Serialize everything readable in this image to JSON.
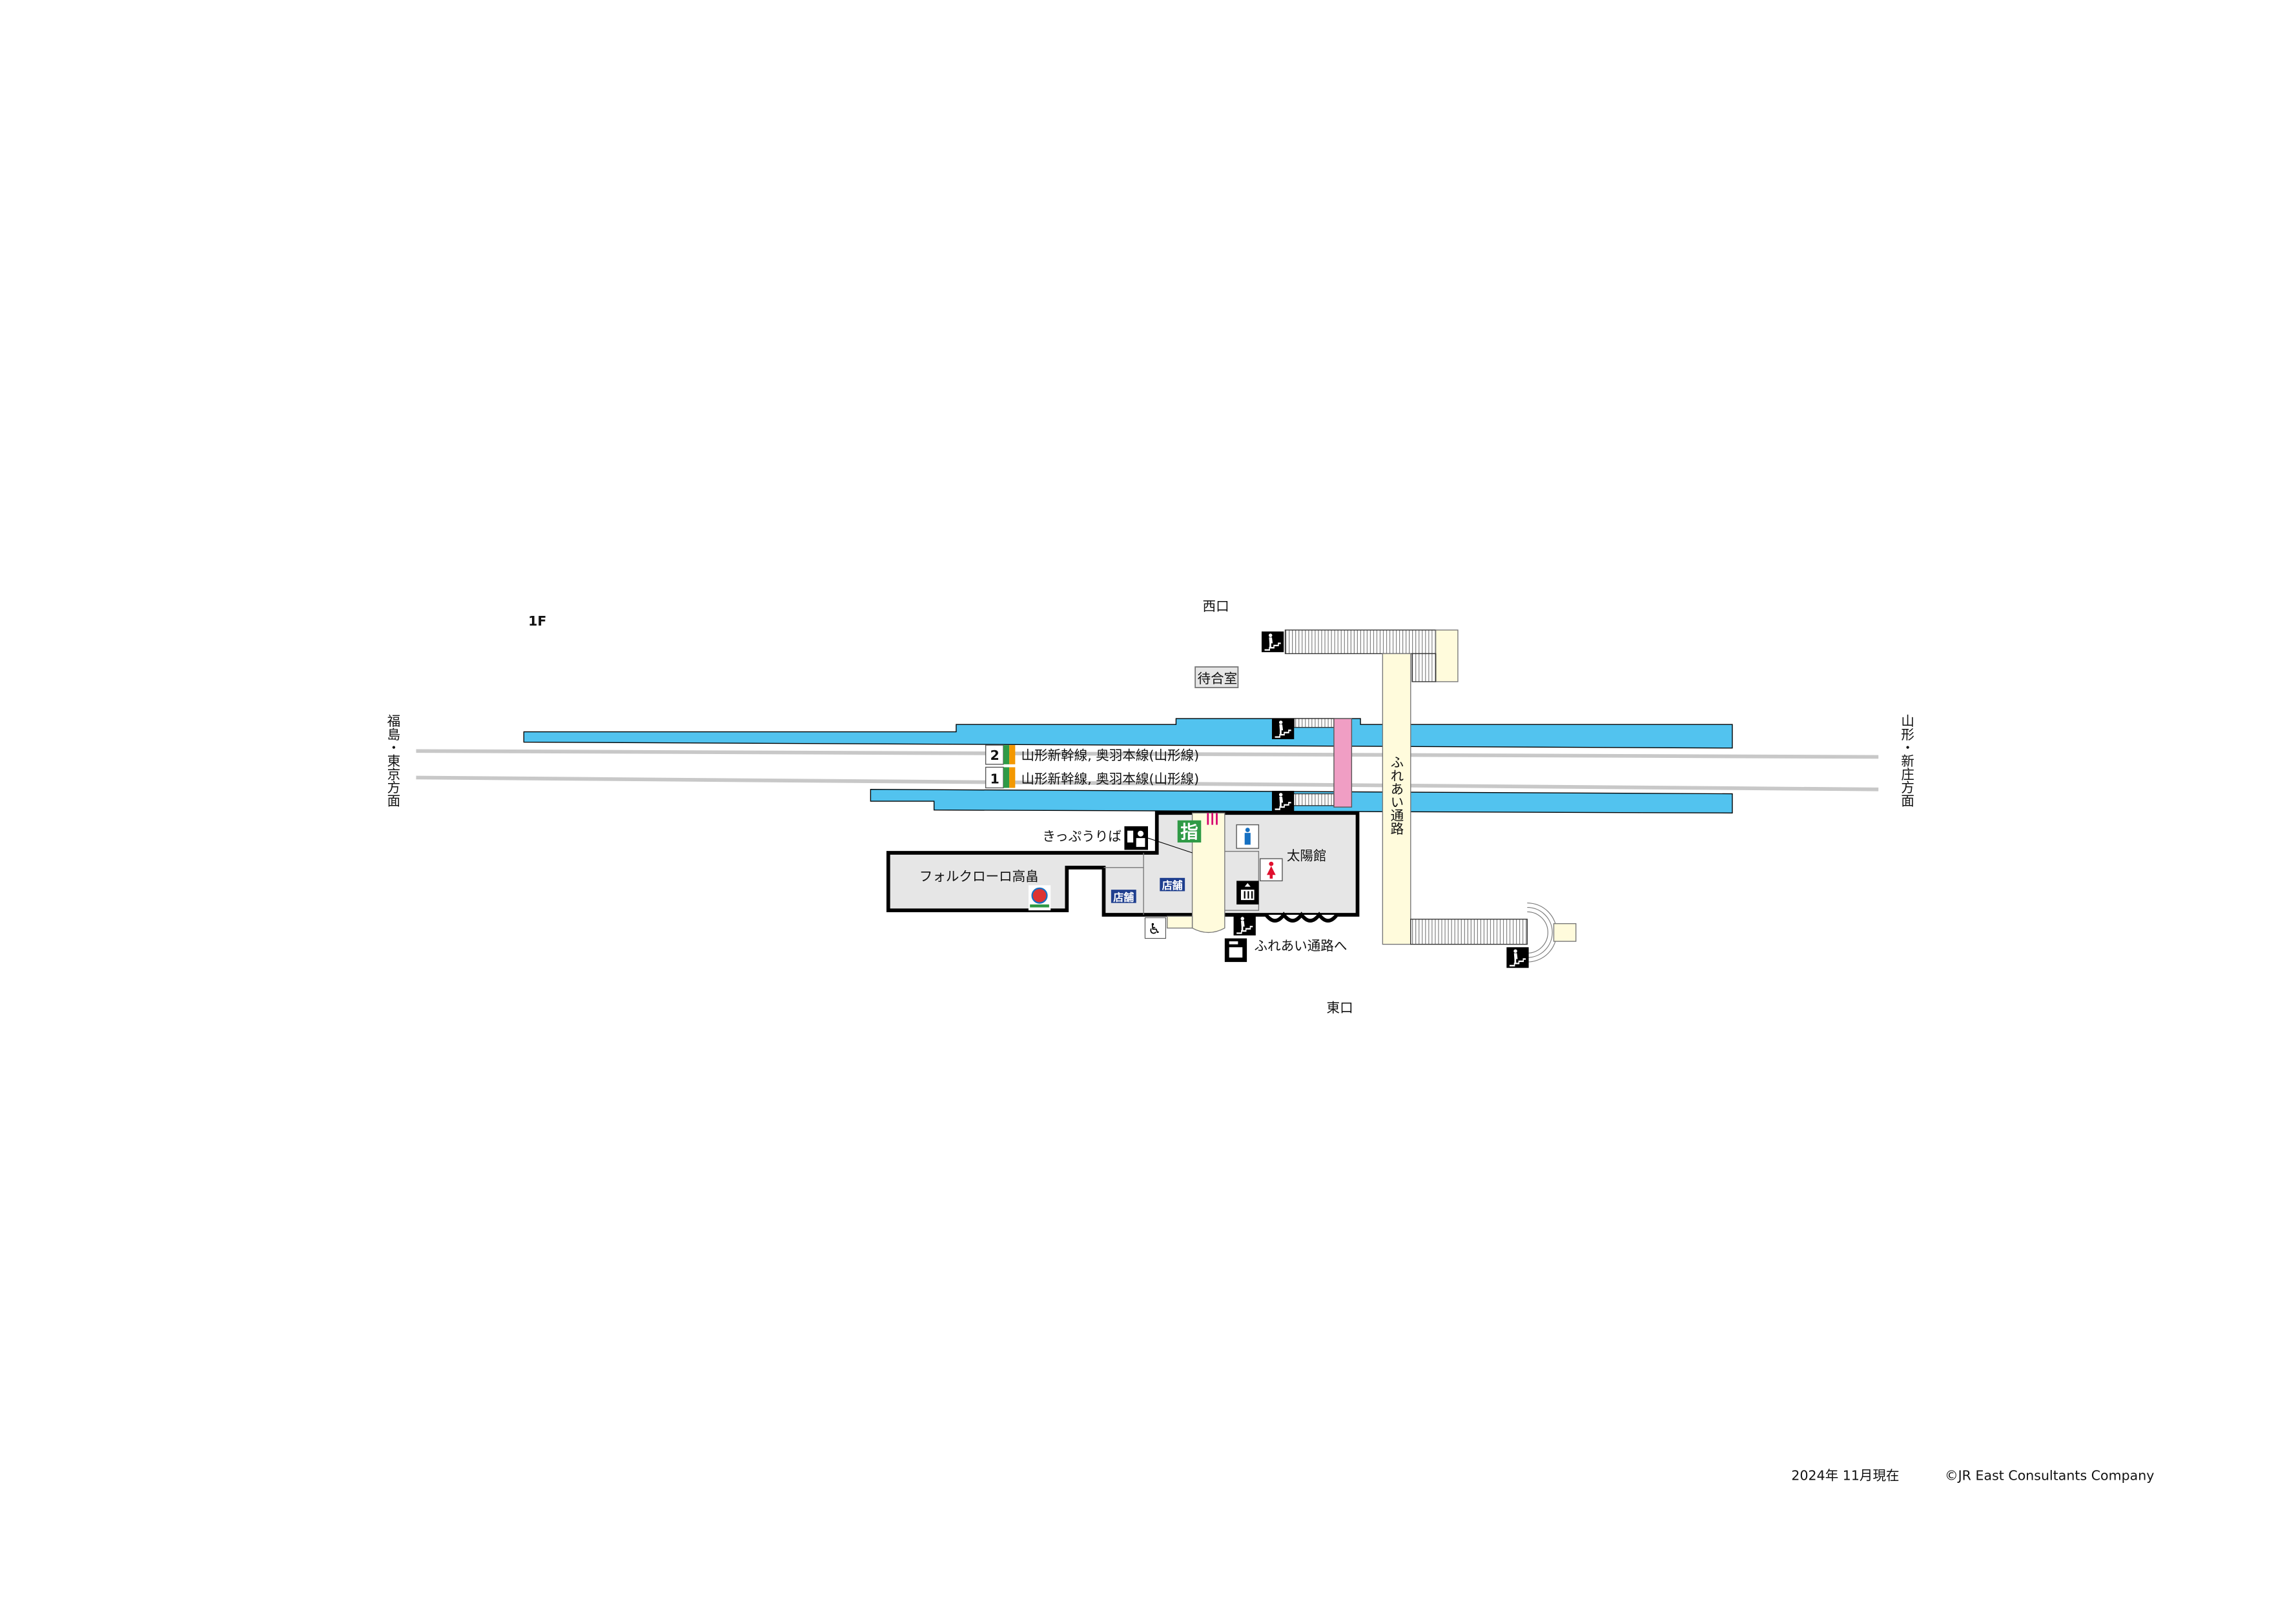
{
  "floor": "1F",
  "exits": {
    "west": "西口",
    "east": "東口"
  },
  "waiting_room": "待合室",
  "directions": {
    "left": "福島・東京方面",
    "right": "山形・新庄方面"
  },
  "tracks": [
    {
      "number": "2",
      "lines": "山形新幹線, 奥羽本線(山形線)"
    },
    {
      "number": "1",
      "lines": "山形新幹線, 奥羽本線(山形線)"
    }
  ],
  "passage": "ふれあい通路",
  "passage_to": "ふれあい通路へ",
  "ticket_office": "きっぷうりば",
  "reserved_seat_sign": "指",
  "building": "太陽館",
  "folklore": "フォルクローロ高畠",
  "shops": [
    "店舗",
    "店舗"
  ],
  "footer": {
    "date": "2024年 11月現在",
    "copyright": "©JR East Consultants Company"
  },
  "colors": {
    "platform": "#52c3ef",
    "corridor": "#fffbdc",
    "building": "#e6e6e6",
    "bridge": "#f09ec4",
    "shop": "#1f3f8f",
    "green": "#2f9a46",
    "orange": "#f39800",
    "male": "#1670c2",
    "female": "#e0102e"
  },
  "icons": [
    "stairs-icon",
    "toilet-male-icon",
    "toilet-female-icon",
    "elevator-icon",
    "wheelchair-ramp-icon",
    "locker-icon",
    "ticket-machine-icon",
    "mascot-icon"
  ]
}
